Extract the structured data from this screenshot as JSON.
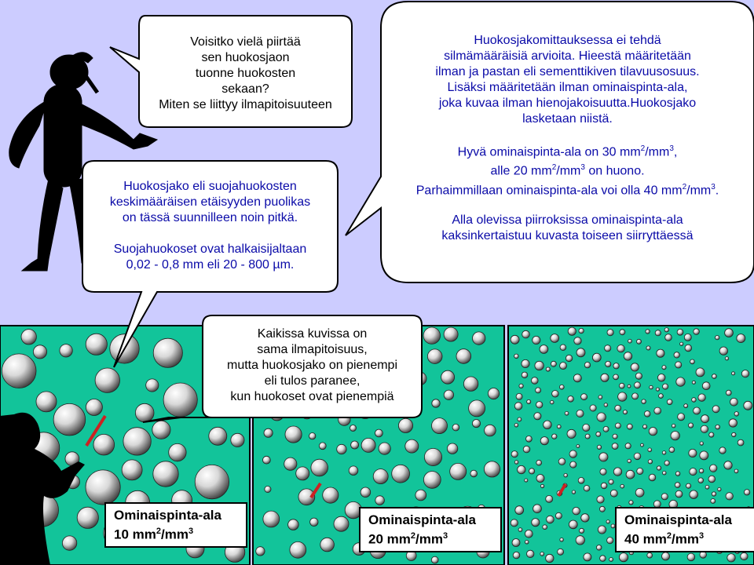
{
  "bubbles": {
    "question": [
      "Voisitko vielä piirtää",
      "sen huokosjaon",
      "tuonne huokosten",
      "sekaan?",
      "Miten se liittyy ilmapitoisuuteen"
    ],
    "distribution": {
      "p1": [
        "Huokosjako eli suojahuokosten",
        "keskimääräisen etäisyyden puolikas",
        "on tässä suunnilleen noin pitkä."
      ],
      "p2": [
        "Suojahuokoset ovat halkaisijaltaan",
        "0,02 - 0,8 mm eli 20 - 800 µm."
      ]
    },
    "measurement": {
      "p1": [
        "Huokosjakomittauksessa ei tehdä",
        "silmämääräisiä arvioita. Hieestä määritetään",
        "ilman ja pastan eli sementtikiven tilavuusosuus.",
        "Lisäksi määritetään ilman ominaispinta-ala,",
        "joka kuvaa ilman hienojakoisuutta.Huokosjako",
        "lasketaan niistä."
      ],
      "good": {
        "a": "Hyvä ominaispinta-ala on 30 mm",
        "b": "/mm",
        "c": ", ",
        "sup": "2",
        "sup2": "3"
      },
      "bad": {
        "a": "alle 20 mm",
        "b": "/mm",
        "c": " on huono.",
        "sup": "2",
        "sup2": "3"
      },
      "best": {
        "a": "Parhaimmillaan ominaispinta-ala voi olla 40 mm",
        "b": "/mm",
        "c": ".",
        "sup": "2",
        "sup2": "3"
      },
      "p3": [
        "Alla olevissa piirroksissa ominaispinta-ala",
        "kaksinkertaistuu kuvasta toiseen siirryttäessä"
      ]
    },
    "summary": [
      "Kaikissa kuvissa on",
      "sama ilmapitoisuus,",
      "mutta huokosjako on pienempi",
      "eli tulos paranee,",
      "kun huokoset ovat pienempiä"
    ]
  },
  "panels": [
    {
      "title": "Ominaispinta-ala",
      "value": "10 mm",
      "sup": "2",
      "unit": "/mm",
      "sup2": "3",
      "specific_surface": 10
    },
    {
      "title": "Ominaispinta-ala",
      "value": "20 mm",
      "sup": "2",
      "unit": "/mm",
      "sup2": "3",
      "specific_surface": 20
    },
    {
      "title": "Ominaispinta-ala",
      "value": "40 mm",
      "sup": "2",
      "unit": "/mm",
      "sup2": "3",
      "specific_surface": 40
    }
  ],
  "colors": {
    "background": "#ccccff",
    "panel": "#12c49a",
    "pore_shade": "#333333",
    "indicator": "#cc2222",
    "text_blue": "#0a0aa8"
  }
}
